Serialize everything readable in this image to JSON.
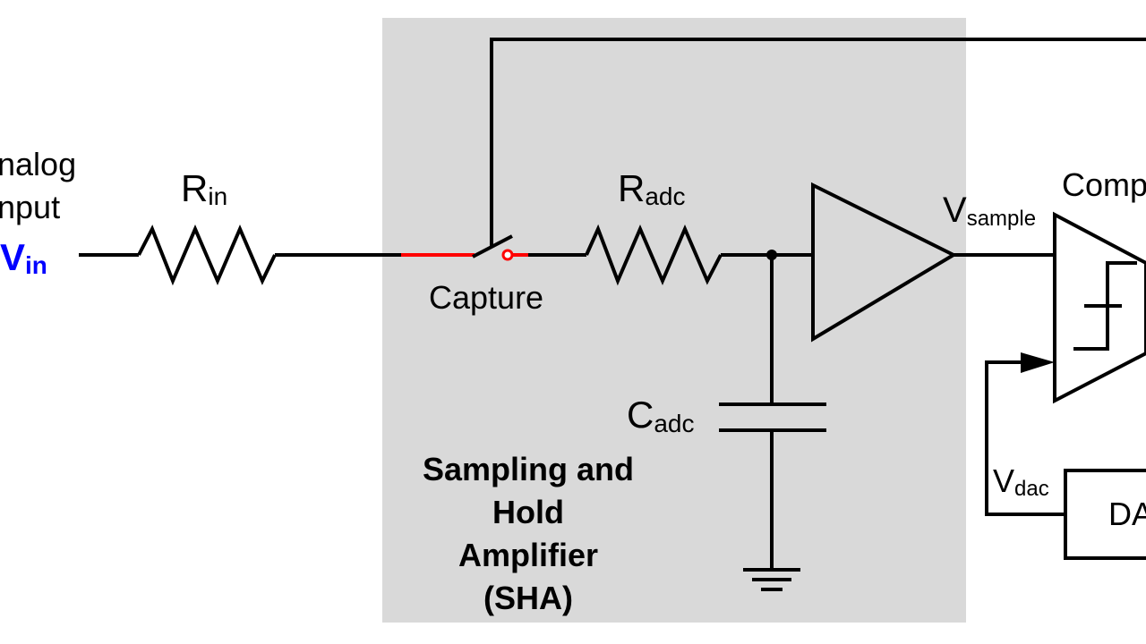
{
  "colors": {
    "sha_block_fill": "#d9d9d9",
    "capture_switch": "#ff0000",
    "input_voltage_label": "#0000ff",
    "wire": "#000000"
  },
  "input": {
    "title_line1": "nalog",
    "title_line2": "nput",
    "voltage_main": "V",
    "voltage_sub": "in"
  },
  "components": {
    "r_in": {
      "main": "R",
      "sub": "in"
    },
    "capture_switch": "Capture",
    "r_adc": {
      "main": "R",
      "sub": "adc"
    },
    "c_adc": {
      "main": "C",
      "sub": "adc"
    },
    "v_sample": {
      "main": "V",
      "sub": "sample"
    },
    "comparator": "Comp",
    "v_dac": {
      "main": "V",
      "sub": "dac"
    },
    "dac": "DA"
  },
  "sha_block": {
    "line1": "Sampling and",
    "line2": "Hold",
    "line3": "Amplifier",
    "line4": "(SHA)"
  },
  "icons": [
    "resistor-symbol",
    "switch-symbol",
    "capacitor-symbol",
    "ground-symbol",
    "buffer-amplifier-symbol",
    "comparator-symbol"
  ]
}
